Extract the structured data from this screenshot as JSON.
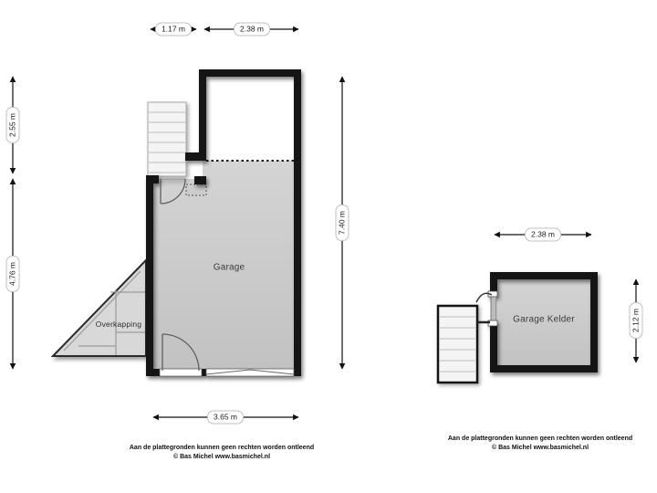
{
  "page": {
    "background": "#ffffff"
  },
  "colors": {
    "wall": "#151515",
    "floor_light": "#d4d4d4",
    "floor_dark": "#c2c2c2",
    "canopy_fill": "#d8d8d8",
    "stairs_fill": "#f4f4f4",
    "dimension_line": "#111111"
  },
  "left_plan": {
    "room_label": "Garage",
    "canopy_label": "Overkapping",
    "dims": {
      "stairs_width": "1.17 m",
      "upper_width": "2.38 m",
      "upper_height": "2.55 m",
      "lower_height": "4.76 m",
      "total_height": "7.40 m",
      "body_width": "3.65 m"
    },
    "footer": {
      "line1": "Aan de plattegronden kunnen geen rechten worden ontleend",
      "line2": "© Bas Michel www.basmichel.nl"
    }
  },
  "right_plan": {
    "room_label": "Garage Kelder",
    "dims": {
      "width": "2.38 m",
      "height": "2.12 m"
    },
    "footer": {
      "line1": "Aan de plattegronden kunnen geen rechten worden ontleend",
      "line2": "© Bas Michel www.basmichel.nl"
    }
  }
}
